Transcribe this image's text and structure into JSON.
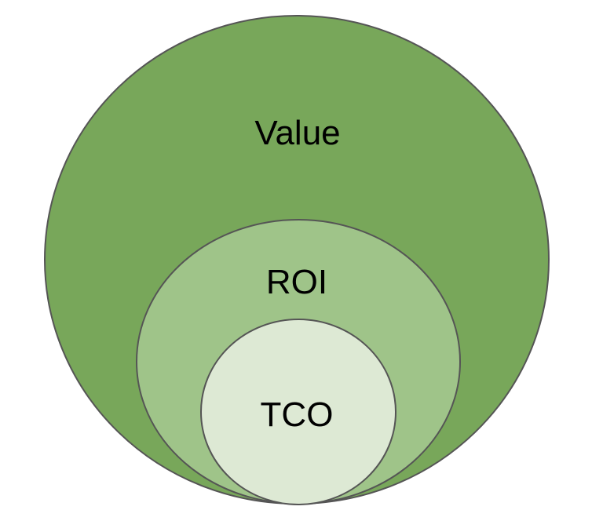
{
  "diagram": {
    "type": "nested-circles",
    "circles": [
      {
        "label": "Value",
        "fill": "#78a75a"
      },
      {
        "label": "ROI",
        "fill": "#9fc489"
      },
      {
        "label": "TCO",
        "fill": "#dde9d4"
      }
    ],
    "stroke": "#555555"
  }
}
